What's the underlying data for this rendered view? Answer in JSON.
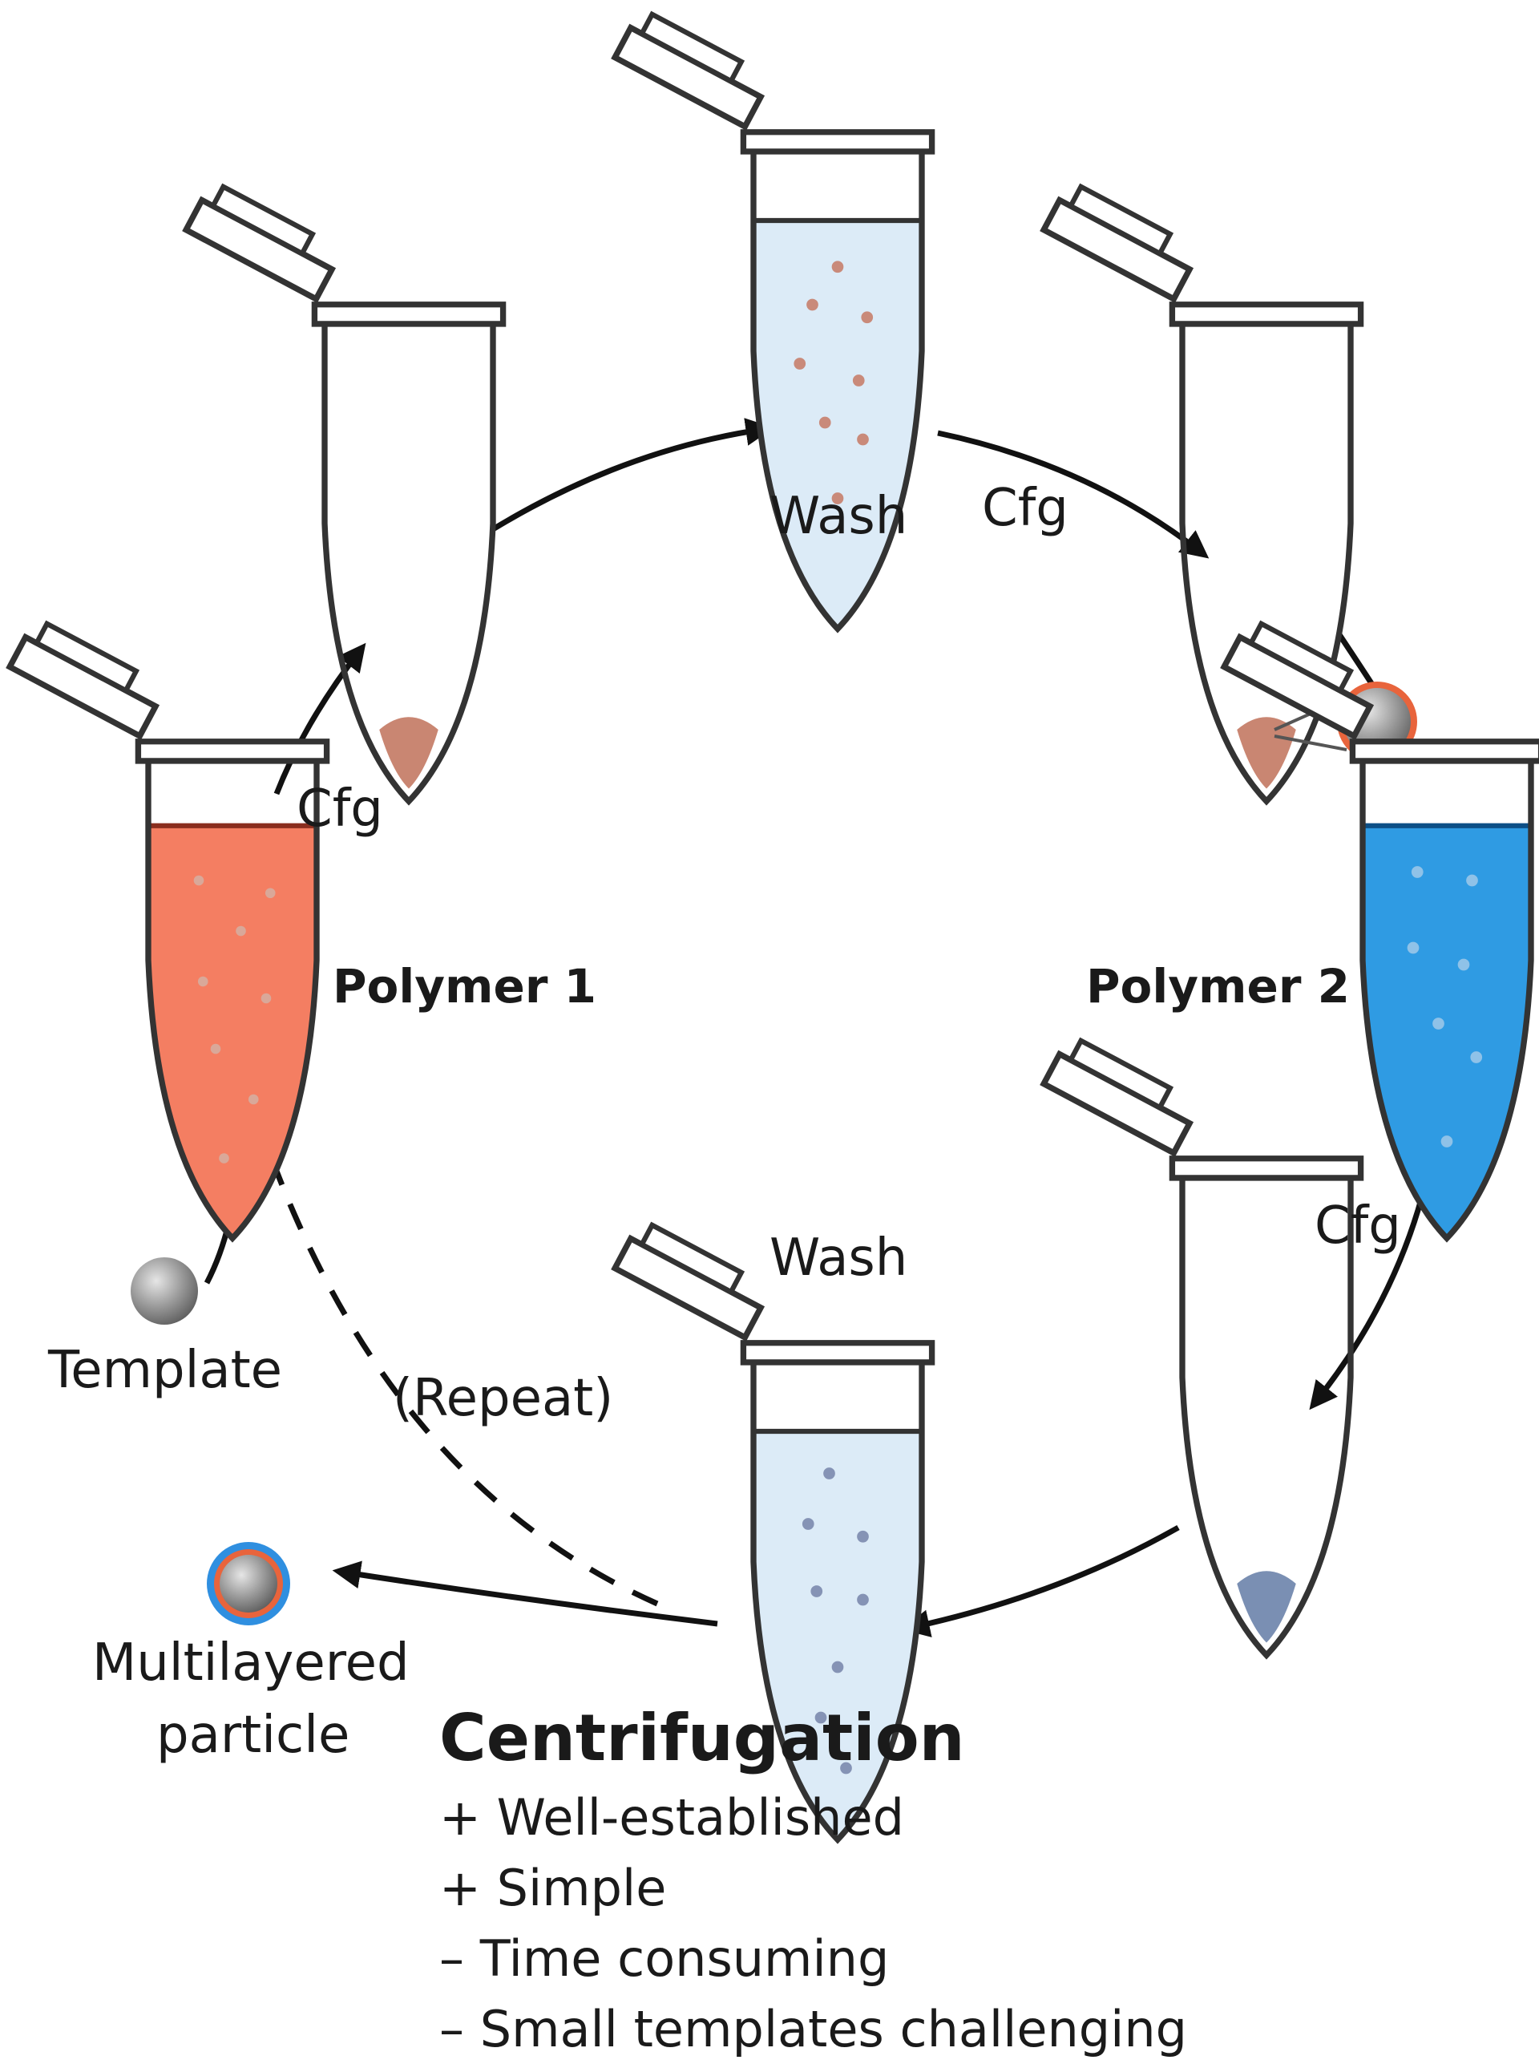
{
  "steps": {
    "polymer1": "Polymer 1",
    "polymer2": "Polymer 2",
    "wash_top": "Wash",
    "wash_bottom": "Wash",
    "cfg_left": "Cfg",
    "cfg_top_right": "Cfg",
    "cfg_right": "Cfg",
    "template": "Template",
    "repeat": "(Repeat)",
    "result_line1": "Multilayered",
    "result_line2": "particle"
  },
  "summary": {
    "title": "Centrifugation",
    "points": [
      "+ Well-established",
      "+ Simple",
      "– Time consuming",
      "– Small templates challenging"
    ]
  },
  "colors": {
    "polymer1_liquid": "#f47e62",
    "polymer2_liquid": "#2f9be3",
    "wash_liquid": "#dcebf7",
    "template_particle": "#8a8a8a",
    "coating_polymer1": "#e8643c",
    "coating_polymer2": "#2f8fe0",
    "arrows": "#111111"
  }
}
